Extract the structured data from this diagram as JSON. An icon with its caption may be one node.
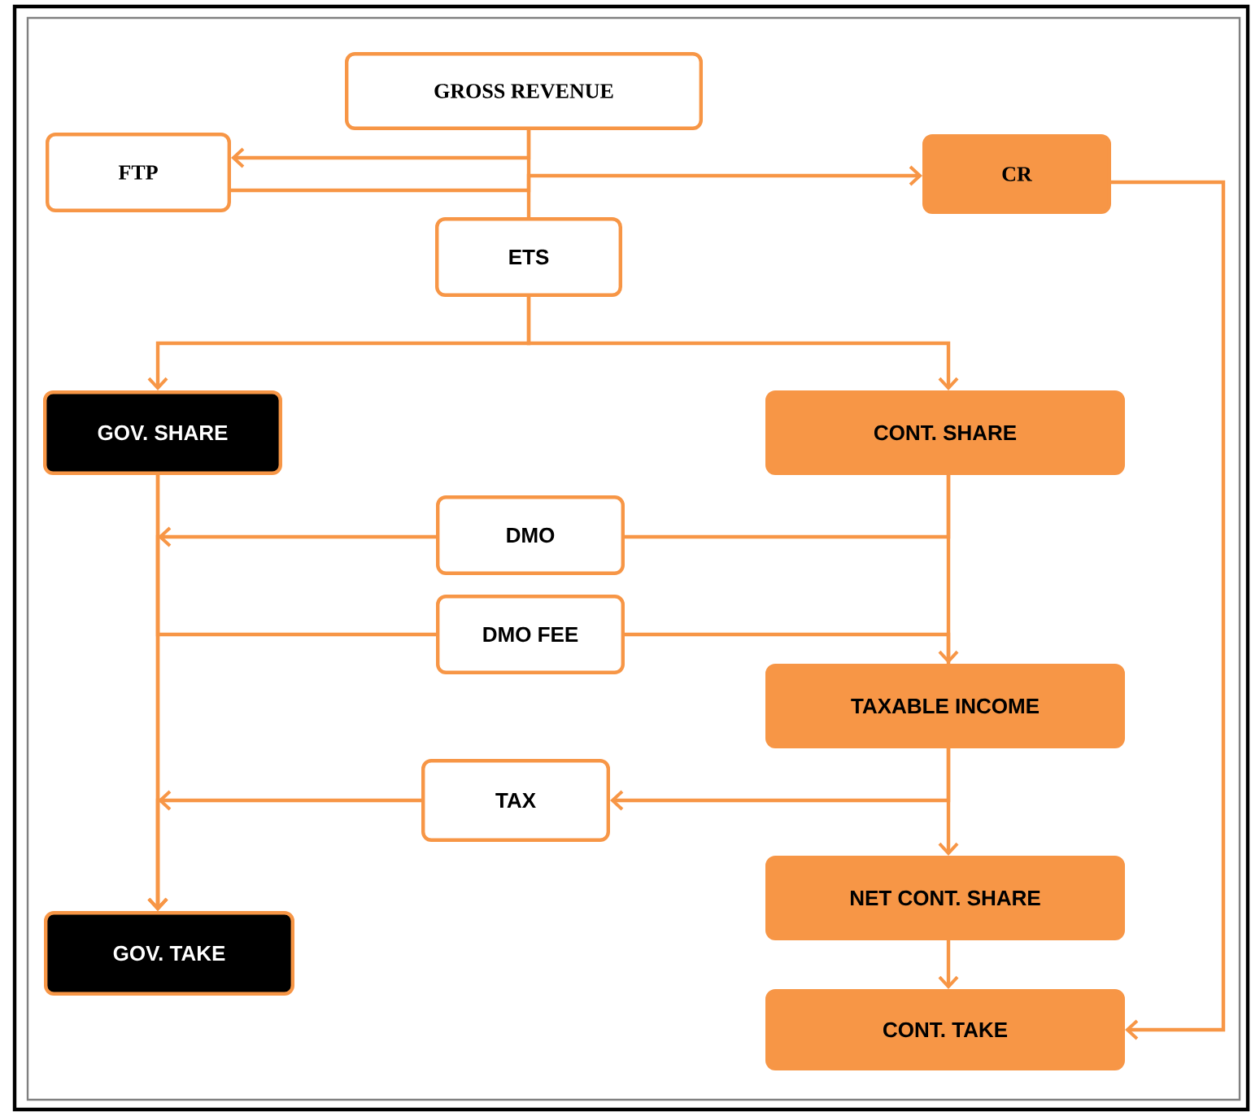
{
  "diagram": {
    "nodes": [
      {
        "text": [
          "GROSS REVENUE"
        ]
      },
      {
        "text": [
          "FTP"
        ]
      },
      {
        "text": [
          "CR"
        ]
      },
      {
        "text": [
          "ETS"
        ]
      },
      {
        "text": [
          "GOV. SHARE"
        ]
      },
      {
        "text": [
          "CONT. SHARE"
        ]
      },
      {
        "text": [
          "DMO"
        ]
      },
      {
        "text": [
          "DMO FEE"
        ]
      },
      {
        "text": [
          "TAXABLE INCOME"
        ]
      },
      {
        "text": [
          "TAX"
        ]
      },
      {
        "text": [
          "NET  CONT. SHARE"
        ]
      },
      {
        "text": [
          "GOV. TAKE"
        ]
      },
      {
        "text": [
          "CONT. TAKE"
        ]
      }
    ],
    "edges": [
      {
        "from": 0,
        "to": 1,
        "arrow": "to"
      },
      {
        "from": 1,
        "to": 2,
        "arrow": "to"
      },
      {
        "from": 0,
        "to": 3,
        "arrow": "none"
      },
      {
        "from": 3,
        "to": 4,
        "arrow": "to"
      },
      {
        "from": 3,
        "to": 5,
        "arrow": "to"
      },
      {
        "from": 5,
        "to": 6,
        "arrow": "none"
      },
      {
        "from": 6,
        "to": 11,
        "arrow": "to"
      },
      {
        "from": 4,
        "to": 11,
        "arrow": "to"
      },
      {
        "from": 4,
        "to": 7,
        "arrow": "none"
      },
      {
        "from": 7,
        "to": 8,
        "arrow": "to"
      },
      {
        "from": 5,
        "to": 8,
        "arrow": "none"
      },
      {
        "from": 8,
        "to": 9,
        "arrow": "to"
      },
      {
        "from": 9,
        "to": 11,
        "arrow": "to"
      },
      {
        "from": 8,
        "to": 10,
        "arrow": "to"
      },
      {
        "from": 10,
        "to": 12,
        "arrow": "to"
      },
      {
        "from": 2,
        "to": 12,
        "arrow": "to"
      }
    ]
  }
}
